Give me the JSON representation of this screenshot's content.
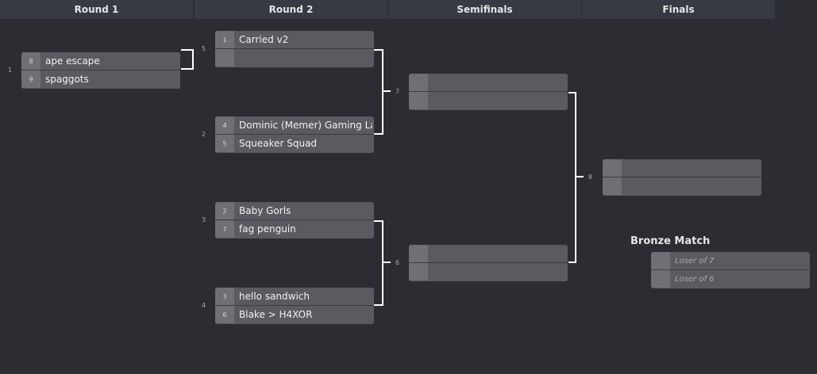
{
  "rounds": [
    "Round 1",
    "Round 2",
    "Semifinals",
    "Finals"
  ],
  "matches": {
    "m1": {
      "number": "1",
      "top": {
        "seed": "8",
        "team": "ape escape"
      },
      "bottom": {
        "seed": "9",
        "team": "spaggots"
      }
    },
    "m5": {
      "number": "5",
      "top": {
        "seed": "1",
        "team": "Carried v2"
      },
      "bottom": {
        "seed": "",
        "team": ""
      }
    },
    "m2": {
      "number": "2",
      "top": {
        "seed": "4",
        "team": "Dominic (Memer) Gaming La"
      },
      "bottom": {
        "seed": "5",
        "team": "Squeaker Squad"
      }
    },
    "m3": {
      "number": "3",
      "top": {
        "seed": "2",
        "team": "Baby Gorls"
      },
      "bottom": {
        "seed": "7",
        "team": "fag penguin"
      }
    },
    "m4": {
      "number": "4",
      "top": {
        "seed": "3",
        "team": "hello sandwich"
      },
      "bottom": {
        "seed": "6",
        "team": "Blake > H4XOR"
      }
    },
    "m7": {
      "number": "7",
      "top": {
        "seed": "",
        "team": ""
      },
      "bottom": {
        "seed": "",
        "team": ""
      }
    },
    "m6": {
      "number": "6",
      "top": {
        "seed": "",
        "team": ""
      },
      "bottom": {
        "seed": "",
        "team": ""
      }
    },
    "m8": {
      "number": "8",
      "top": {
        "seed": "",
        "team": ""
      },
      "bottom": {
        "seed": "",
        "team": ""
      }
    }
  },
  "bronze": {
    "title": "Bronze Match",
    "top": {
      "seed": "",
      "team": "Loser of 7"
    },
    "bottom": {
      "seed": "",
      "team": "Loser of 6"
    }
  },
  "colors": {
    "background": "#2b2d33",
    "header": "#373943",
    "match": "#5a5b60",
    "seed": "#6f7076",
    "connector": "#ffffff"
  }
}
